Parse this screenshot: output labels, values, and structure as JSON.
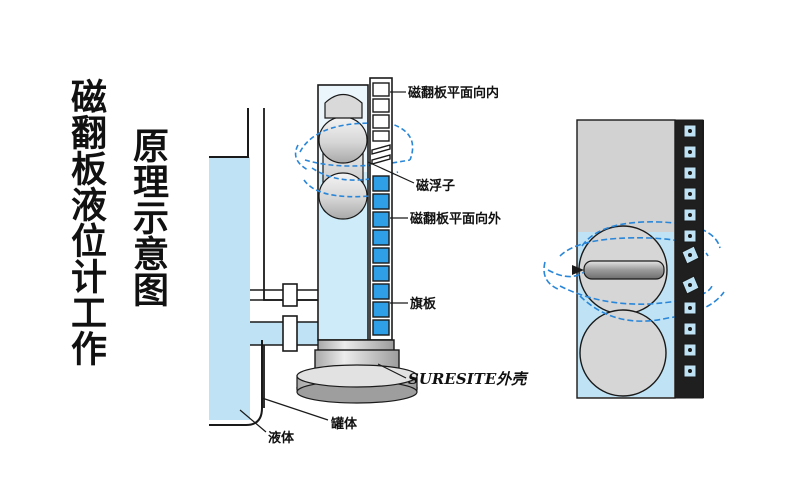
{
  "title": "磁翻板液位计工作",
  "subtitle": "原理示意图",
  "labels": {
    "flap_inward": "磁翻板平面向内",
    "float": "磁浮子",
    "flap_outward": "磁翻板平面向外",
    "flag": "旗板",
    "housing": "SURESITE外壳",
    "liquid": "液体",
    "tank": "罐体"
  },
  "colors": {
    "liquid": "#bfe3f4",
    "flag_blue": "#2f9fe8",
    "chamber": "#eaf6fc",
    "field_lines": "#2a86d8",
    "metal_gray": "#cdcdcd",
    "outline": "#1a1a1a"
  }
}
